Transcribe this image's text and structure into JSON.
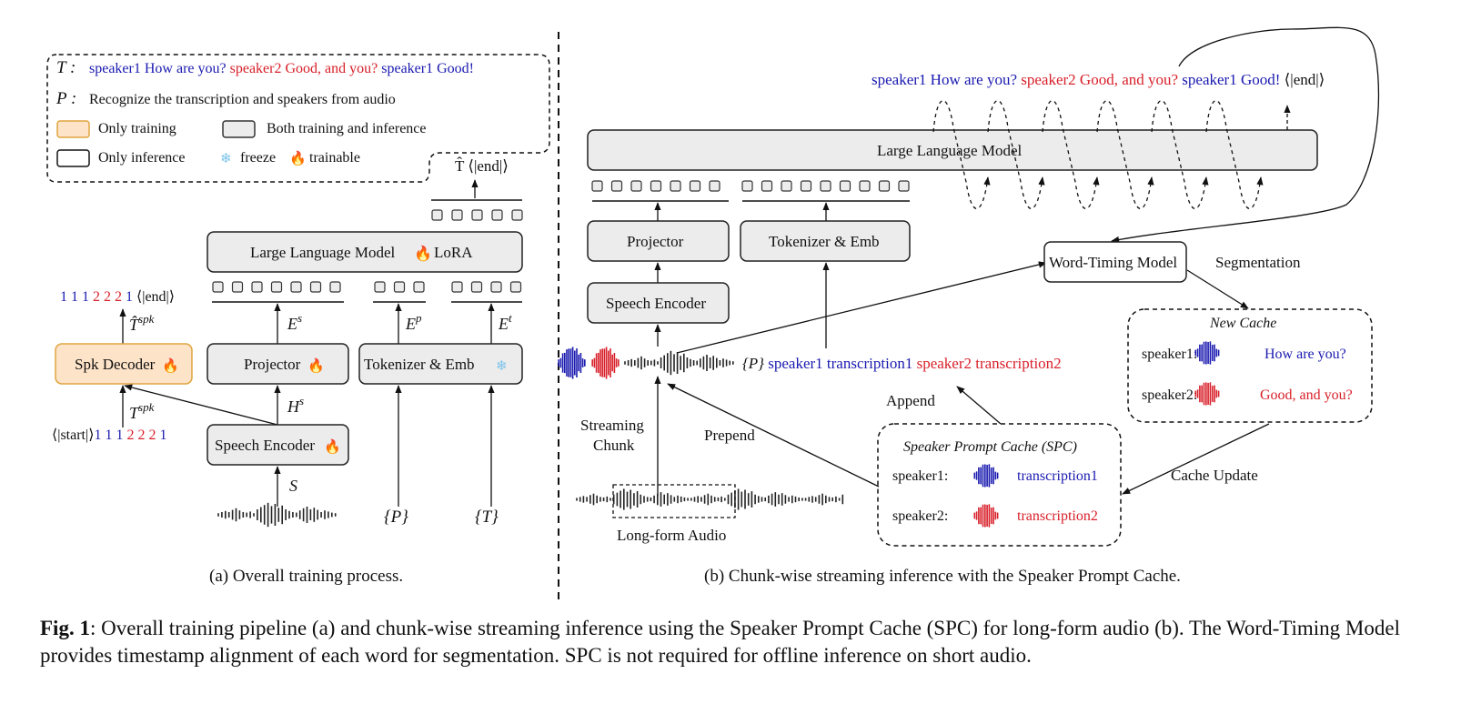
{
  "legend": {
    "T_label": "T :",
    "T_text": [
      {
        "text": "speaker1 How are you?",
        "color": "blue"
      },
      {
        "text": "speaker2 Good, and you?",
        "color": "red"
      },
      {
        "text": "speaker1 Good!",
        "color": "blue"
      }
    ],
    "P_label": "P :",
    "P_text": "Recognize the transcription and speakers from audio",
    "only_training": "Only training",
    "both": "Both training and inference",
    "only_inference": "Only inference",
    "freeze": "freeze",
    "trainable": "trainable"
  },
  "panel_a": {
    "output_label": "T̂ ⟨|end|⟩",
    "llm_label": "Large Language Model",
    "lora": "LoRA",
    "spk_decoder": "Spk Decoder",
    "projector": "Projector",
    "tokenizer": "Tokenizer & Emb",
    "speech_encoder": "Speech Encoder",
    "spk_output_digits": [
      {
        "d": "1",
        "c": "blue"
      },
      {
        "d": "1",
        "c": "blue"
      },
      {
        "d": "1",
        "c": "blue"
      },
      {
        "d": "2",
        "c": "red"
      },
      {
        "d": "2",
        "c": "red"
      },
      {
        "d": "2",
        "c": "red"
      },
      {
        "d": "1",
        "c": "blue"
      }
    ],
    "spk_output_end": "⟨|end|⟩",
    "spk_input_start": "⟨|start|⟩",
    "that_spk": "T̂",
    "t_spk": "T",
    "spk_sup": "spk",
    "E_s": "E",
    "E_s_sup": "s",
    "E_p": "E",
    "E_p_sup": "p",
    "E_t": "E",
    "E_t_sup": "t",
    "H_s": "H",
    "H_s_sup": "s",
    "S": "S",
    "P_input": "{P}",
    "T_input": "{T}",
    "caption": "(a) Overall training process."
  },
  "panel_b": {
    "output_text": [
      {
        "text": "speaker1 How are you?",
        "color": "blue"
      },
      {
        "text": "speaker2 Good, and you?",
        "color": "red"
      },
      {
        "text": "speaker1 Good!",
        "color": "blue"
      },
      {
        "text": "⟨|end|⟩",
        "color": "black"
      }
    ],
    "llm_label": "Large Language Model",
    "projector": "Projector",
    "tokenizer": "Tokenizer & Emb",
    "speech_encoder": "Speech Encoder",
    "word_timing": "Word-Timing Model",
    "segmentation": "Segmentation",
    "prompt_line": [
      {
        "text": "{P}",
        "color": "black"
      },
      {
        "text": "speaker1 transcription1",
        "color": "blue"
      },
      {
        "text": "speaker2 transcription2",
        "color": "red"
      }
    ],
    "append": "Append",
    "prepend": "Prepend",
    "streaming_chunk_1": "Streaming",
    "streaming_chunk_2": "Chunk",
    "long_form_audio": "Long-form Audio",
    "new_cache": {
      "title": "New Cache",
      "rows": [
        {
          "speaker": "speaker1:",
          "text": "How are you?",
          "color": "blue"
        },
        {
          "speaker": "speaker2:",
          "text": "Good, and you?",
          "color": "red"
        }
      ]
    },
    "spc": {
      "title": "Speaker Prompt Cache (SPC)",
      "rows": [
        {
          "speaker": "speaker1:",
          "text": "transcription1",
          "color": "blue"
        },
        {
          "speaker": "speaker2:",
          "text": "transcription2",
          "color": "red"
        }
      ]
    },
    "cache_update": "Cache Update",
    "caption": "(b) Chunk-wise streaming inference with the Speaker Prompt Cache."
  },
  "figure_caption": {
    "label": "Fig. 1",
    "text": ": Overall training pipeline (a) and chunk-wise streaming inference using the Speaker Prompt Cache (SPC) for long-form audio (b). The Word-Timing Model provides timestamp alignment of each word for segmentation. SPC is not required for offline inference on short audio."
  },
  "colors": {
    "blue": "#1a1ab0",
    "red": "#d8202a",
    "box_gray": "#ececec",
    "box_orange": "#fde3c8",
    "orange_border": "#e0a540"
  }
}
